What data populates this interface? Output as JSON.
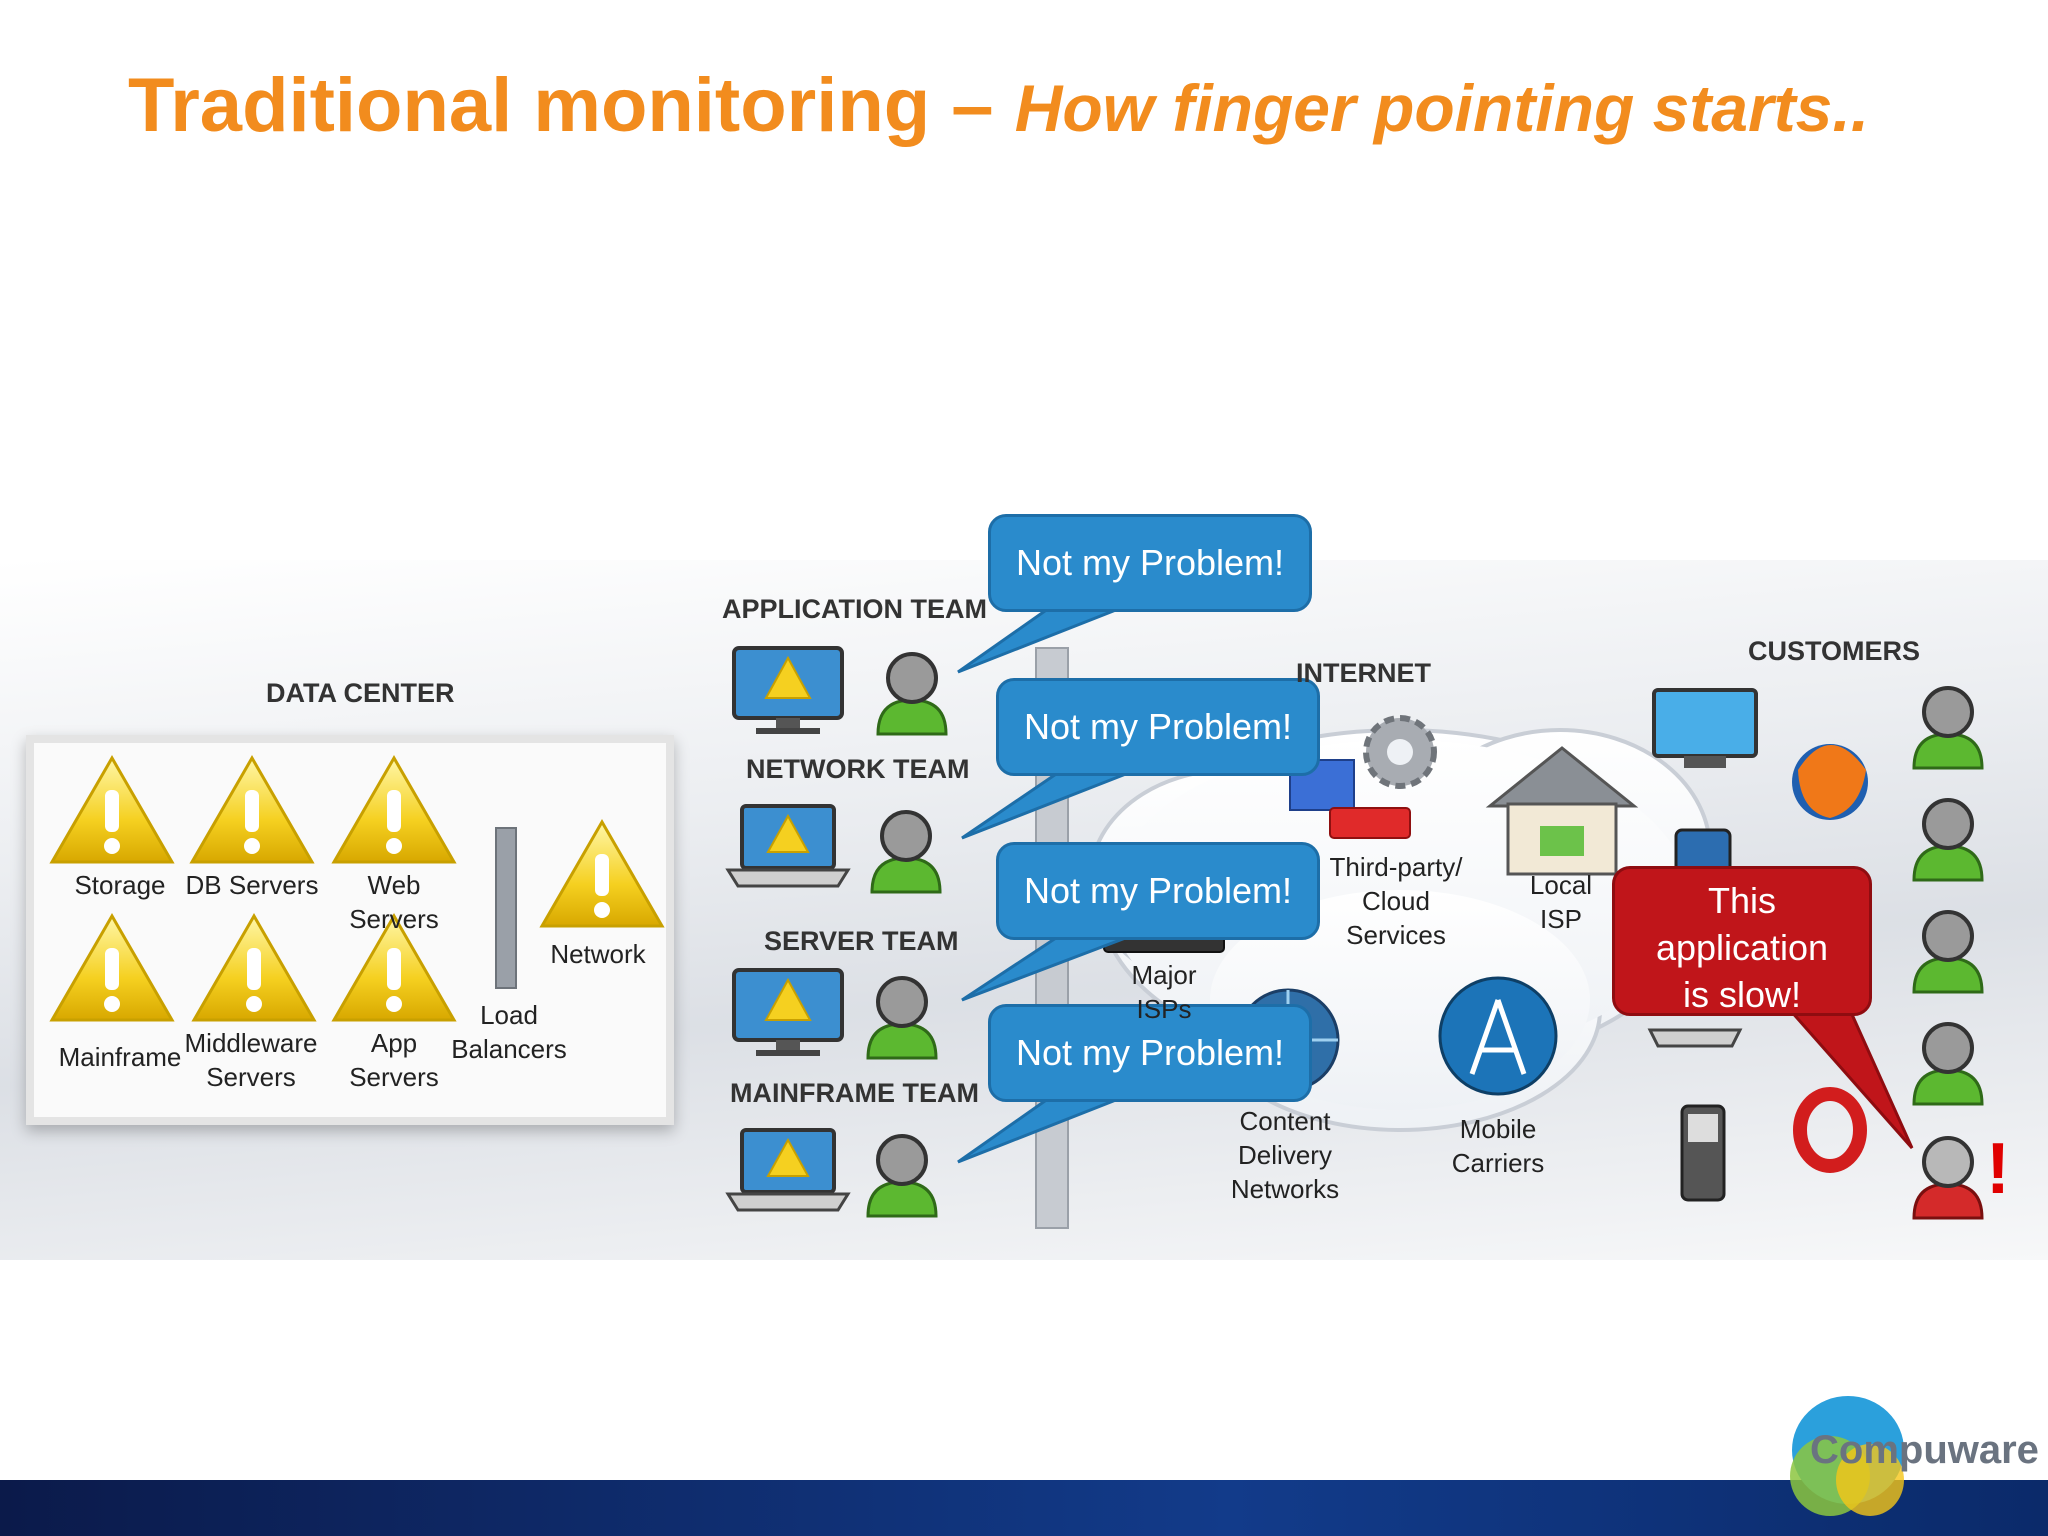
{
  "title": {
    "main": "Traditional monitoring – ",
    "sub": "How finger pointing starts.."
  },
  "data_center": {
    "heading": "DATA CENTER",
    "items": {
      "storage": "Storage",
      "db": "DB Servers",
      "web": "Web\nServers",
      "mainframe": "Mainframe",
      "middleware": "Middleware\nServers",
      "app": "App\nServers",
      "lb": "Load\nBalancers",
      "network": "Network"
    }
  },
  "teams": {
    "application": "APPLICATION  TEAM",
    "network": "NETWORK TEAM",
    "server": "SERVER TEAM",
    "mainframe": "MAINFRAME TEAM"
  },
  "bubbles": {
    "b1": "Not my Problem!",
    "b2": "Not my Problem!",
    "b3": "Not my Problem!",
    "b4": "Not my Problem!"
  },
  "internet": {
    "heading": "INTERNET",
    "third_party": "Third-party/\nCloud Services",
    "local_isp": "Local\nISP",
    "major_isp": "Major\nISPs",
    "cdn": "Content\nDelivery\nNetworks",
    "mobile": "Mobile\nCarriers"
  },
  "customers": {
    "heading": "CUSTOMERS",
    "complaint": "This\napplication\nis slow!",
    "exclaim": "!"
  },
  "logo": "Compuware",
  "colors": {
    "title": "#f28c1e",
    "bubble": "#2a8bcc",
    "alert": "#c0151a",
    "warning": "#f5d020",
    "user_ok": "#5cb830",
    "user_alert": "#d42a2a"
  }
}
